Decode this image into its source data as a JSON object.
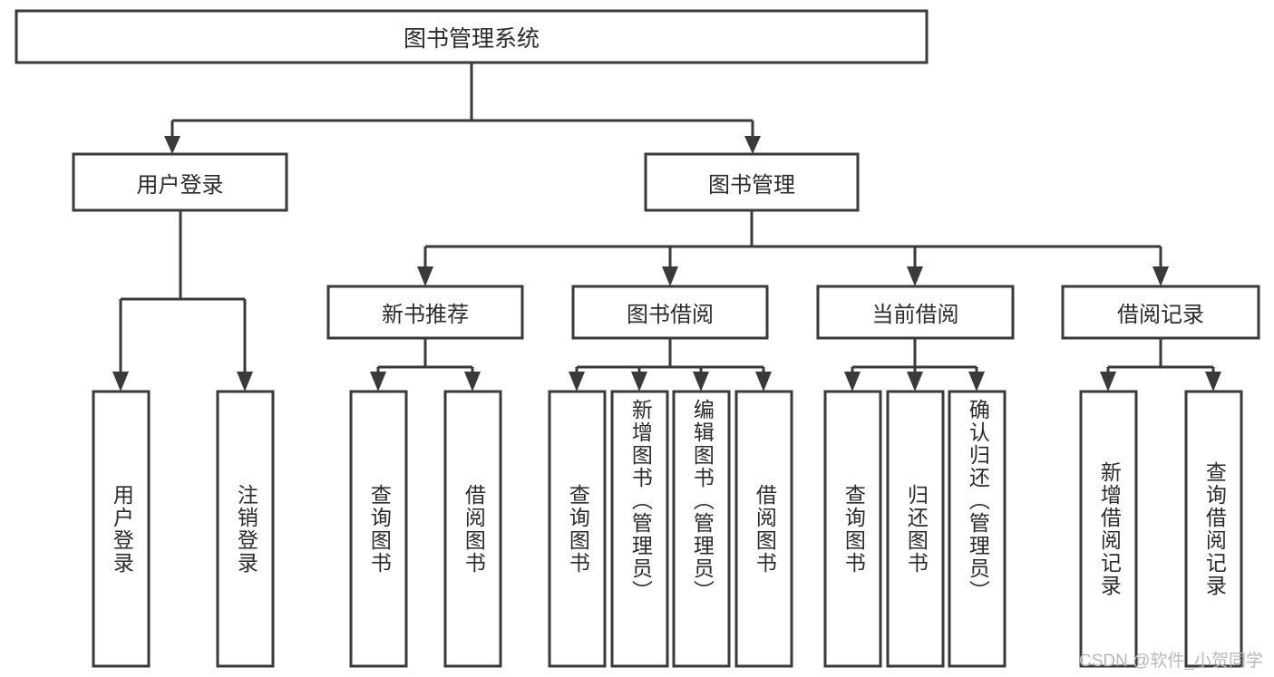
{
  "diagram": {
    "title": "图书管理系统",
    "watermark": "CSDN @软件_小贺同学",
    "levels": {
      "root": {
        "label": "图书管理系统"
      },
      "level2": [
        {
          "label": "用户登录"
        },
        {
          "label": "图书管理"
        }
      ],
      "level3": [
        {
          "label": "新书推荐"
        },
        {
          "label": "图书借阅"
        },
        {
          "label": "当前借阅"
        },
        {
          "label": "借阅记录"
        }
      ]
    },
    "leaves": {
      "user_login": [
        {
          "label": "用户登录"
        },
        {
          "label": "注销登录"
        }
      ],
      "new_book_recommend": [
        {
          "label": "查询图书"
        },
        {
          "label": "借阅图书"
        }
      ],
      "book_borrow": [
        {
          "label": "查询图书"
        },
        {
          "label": "新增图书（管理员）"
        },
        {
          "label": "编辑图书（管理员）"
        },
        {
          "label": "借阅图书"
        }
      ],
      "current_borrow": [
        {
          "label": "查询图书"
        },
        {
          "label": "归还图书"
        },
        {
          "label": "确认归还（管理员）"
        }
      ],
      "borrow_record": [
        {
          "label": "新增借阅记录"
        },
        {
          "label": "查询借阅记录"
        }
      ]
    },
    "colors": {
      "stroke": "#3a3a3a",
      "fill": "#ffffff",
      "text": "#2b2b2b",
      "watermark": "#b9b9b9"
    }
  }
}
